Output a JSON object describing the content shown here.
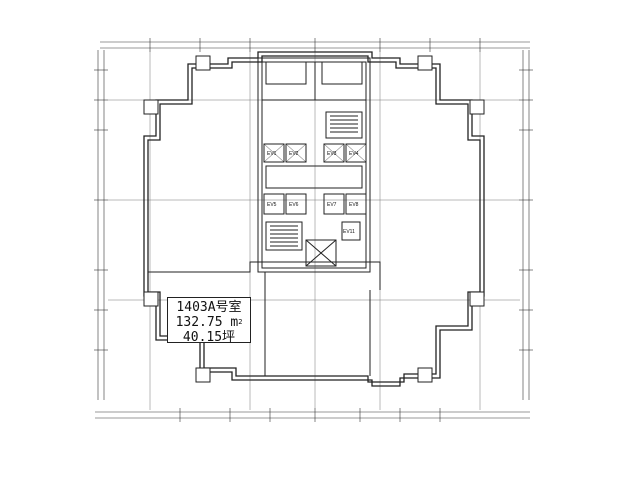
{
  "room": {
    "number": "1403A号室",
    "area_sqm": "132.75",
    "area_unit_sqm": "m",
    "area_sup": "2",
    "area_tsubo": "40.15坪"
  },
  "core": {
    "elevators_top": [
      "EV1",
      "EV2",
      "EV3",
      "EV4"
    ],
    "elevators_bottom": [
      "EV5",
      "EV6",
      "EV7",
      "EV8"
    ],
    "service_elevator": "EV11"
  },
  "colors": {
    "line": "#222222",
    "dim": "#555555",
    "paper": "#ffffff"
  }
}
